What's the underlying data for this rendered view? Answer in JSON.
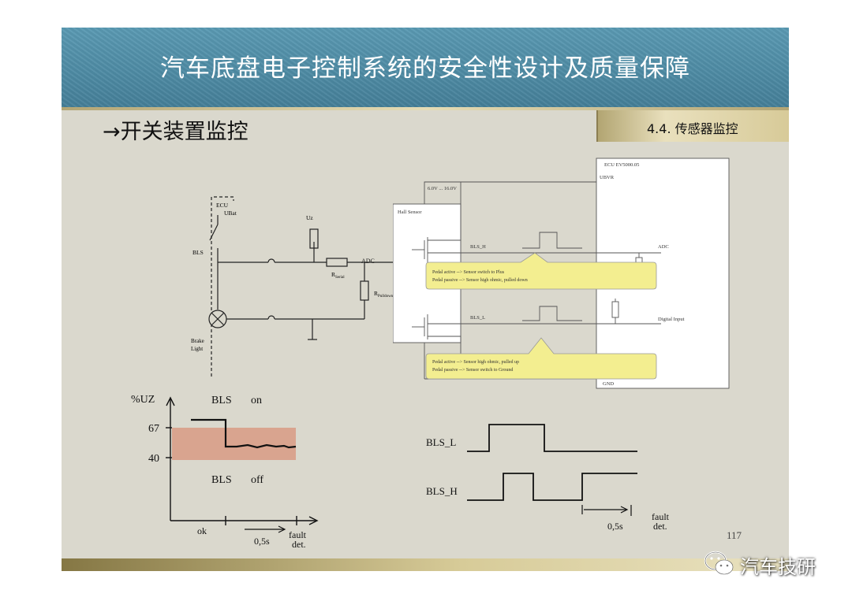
{
  "slide": {
    "title": "汽车底盘电子控制系统的安全性设计及质量保障",
    "section_heading": "→开关装置监控",
    "section_tag": "4.4. 传感器监控",
    "page_number": "117"
  },
  "circuit": {
    "ecu_label": "ECU",
    "ubat_label": "UBat",
    "uz_label": "Uz",
    "bls_label": "BLS",
    "brake_light_label_1": "Brake",
    "brake_light_label_2": "Light",
    "adc_label": "ADC",
    "r_serial_main": "R",
    "r_serial_sub": "Serial",
    "r_pulldown_main": "R",
    "r_pulldown_sub": "Pulldown"
  },
  "hall": {
    "ecu_box_label": "ECU EV5000.05",
    "ubvr_label": "UBVR",
    "supply_label": "6.0V ... 16.0V",
    "hall_sensor_label": "Hall Sensor",
    "bls_h_label": "BLS_H",
    "bls_l_label": "BLS_L",
    "adc_label": "ADC",
    "digital_input_label": "Digital Input",
    "gnd_label": "GND",
    "callout1_line1": "Pedal active --> Sensor switch to Plus",
    "callout1_line2": "Pedal passive --> Sensor high ohmic, pulled down",
    "callout2_line1": "Pedal active --> Sensor high ohmic, pulled up",
    "callout2_line2": "Pedal passive --> Sensor switch to Ground"
  },
  "level_chart": {
    "y_axis_label": "%UZ",
    "tick_67": "67",
    "tick_40": "40",
    "bls_on_label": "BLS",
    "on_label": "on",
    "bls_off_label": "BLS",
    "off_label": "off",
    "ok_label": "ok",
    "time_label": "0,5s",
    "fault_label_1": "fault",
    "fault_label_2": "det."
  },
  "timing": {
    "bls_l_label": "BLS_L",
    "bls_h_label": "BLS_H",
    "time_label": "0,5s",
    "fault_label_1": "fault",
    "fault_label_2": "det."
  },
  "watermark": {
    "text": "汽车技研"
  },
  "colors": {
    "title_bar": "#4f8ea8",
    "slide_bg": "#dad8cd",
    "band": "#d9a48f",
    "callout": "#f3ee90"
  }
}
